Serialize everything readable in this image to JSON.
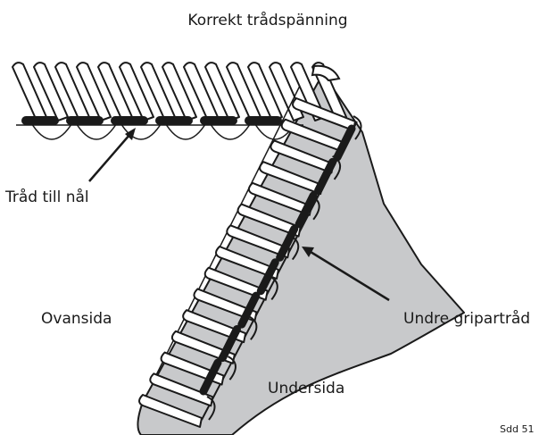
{
  "title": "Korrekt trådspänning",
  "labels": {
    "needle_thread": "Tråd till nål",
    "top_side": "Ovansida",
    "lower_looper": "Undre gripartråd",
    "underside": "Undersida",
    "figure_ref": "Sdd 51"
  },
  "colors": {
    "fabric": "#c8c9cb",
    "outline": "#1a1a1a",
    "thread_dark": "#1a1a1a",
    "thread_light": "#ffffff"
  }
}
